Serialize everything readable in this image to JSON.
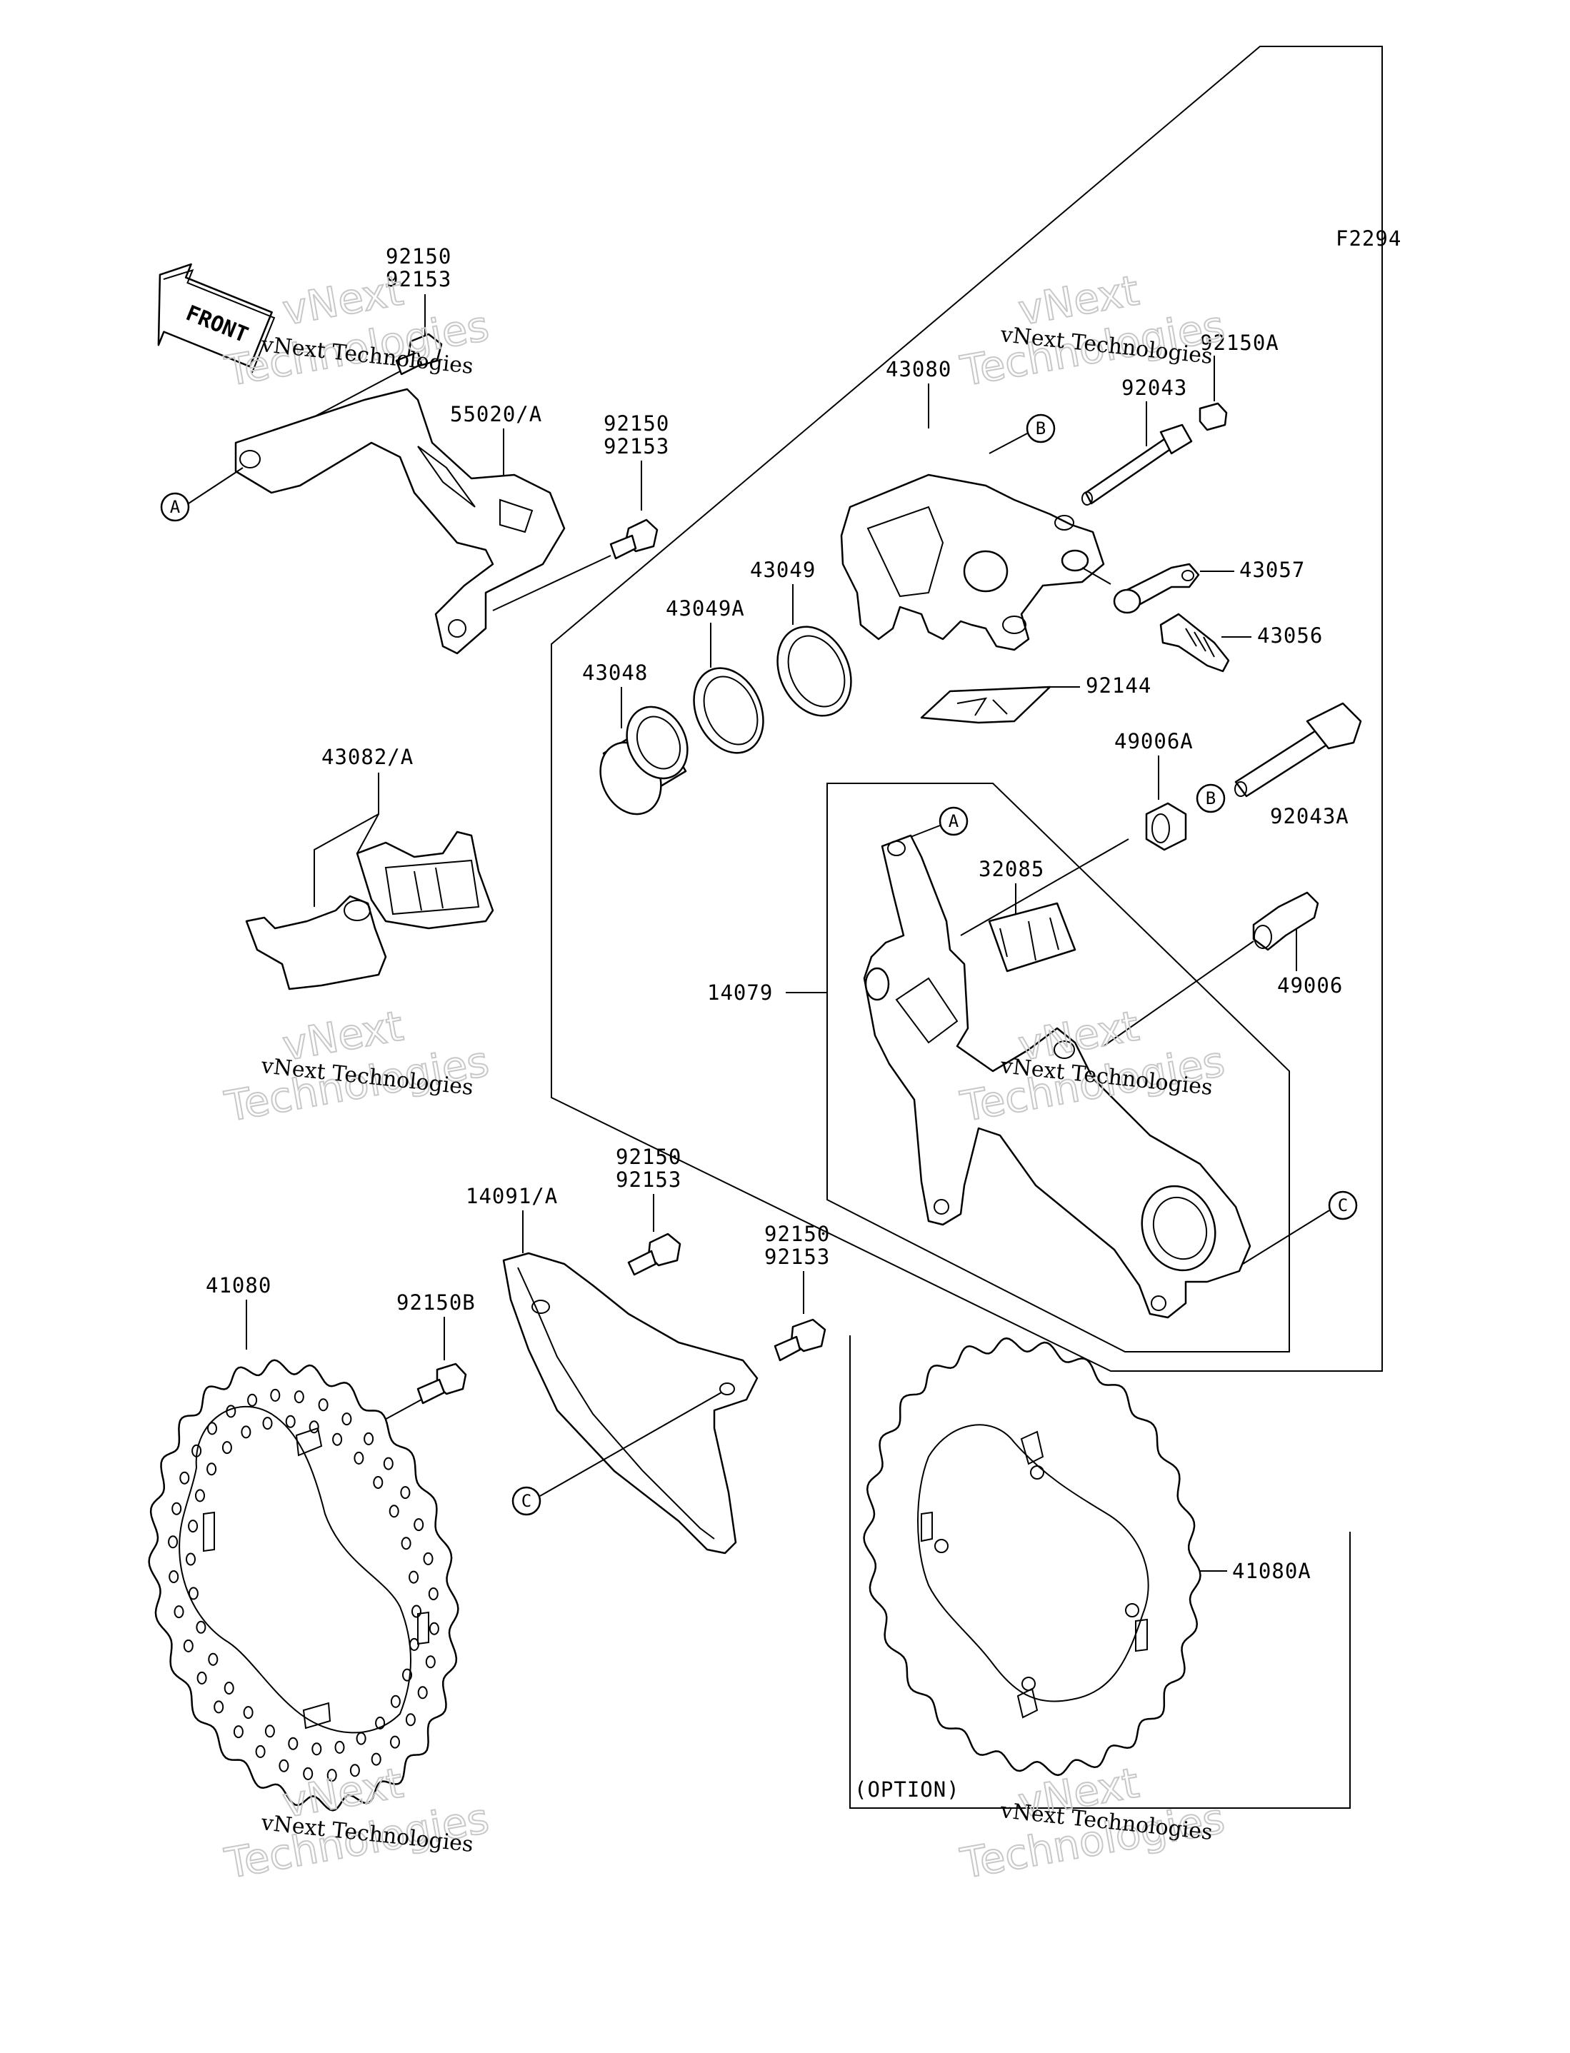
{
  "figure_code": "F2294",
  "front_label": "FRONT",
  "option_label": "(OPTION)",
  "callouts": {
    "a": "A",
    "b": "B",
    "c": "C"
  },
  "parts": {
    "p92150_tl": "92150",
    "p92153_tl": "92153",
    "p55020": "55020/A",
    "p92150_ml": "92150",
    "p92153_ml": "92153",
    "p43080": "43080",
    "p92150a": "92150A",
    "p92043": "92043",
    "p43049": "43049",
    "p43049a": "43049A",
    "p43057": "43057",
    "p43056": "43056",
    "p43048": "43048",
    "p92144": "92144",
    "p49006a": "49006A",
    "p92043a": "92043A",
    "p43082": "43082/A",
    "p32085": "32085",
    "p14079": "14079",
    "p49006": "49006",
    "p92150_c1": "92150",
    "p92153_c1": "92153",
    "p14091": "14091/A",
    "p92150_c2": "92150",
    "p92153_c2": "92153",
    "p41080": "41080",
    "p92150b": "92150B",
    "p41080a": "41080A"
  },
  "watermark": {
    "line": "vNext Technologies",
    "big_top": "vNext",
    "big_bottom": "Technologies"
  }
}
